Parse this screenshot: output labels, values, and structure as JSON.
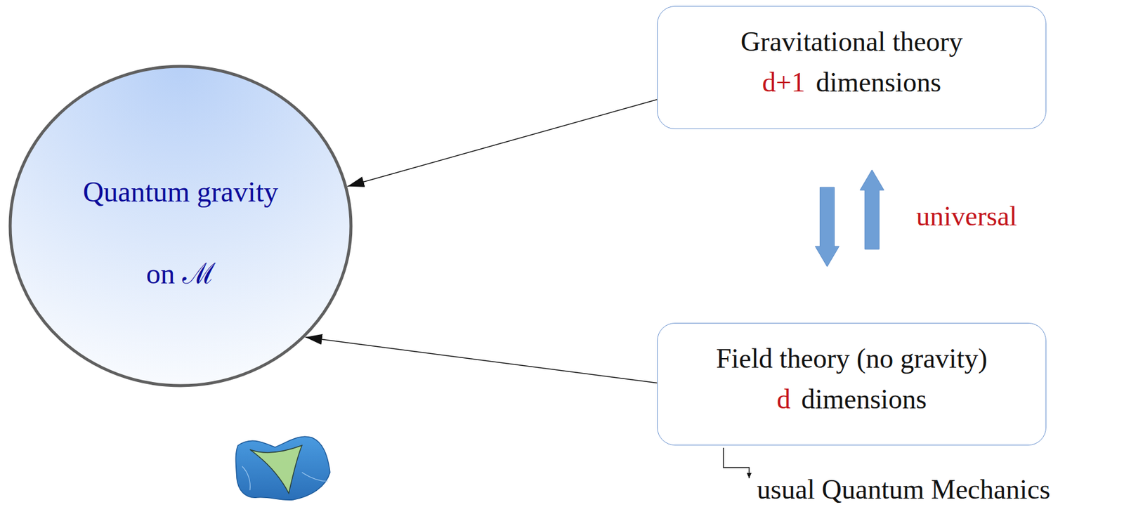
{
  "diagram": {
    "nodes": [
      {
        "text": [
          "Quantum gravity",
          "on ℳ"
        ]
      },
      {
        "text": [
          "Gravitational theory",
          "d+1",
          "dimensions"
        ]
      },
      {
        "text": [
          "Field theory (no gravity)",
          "d",
          "dimensions"
        ]
      }
    ],
    "edges": [
      {
        "from": 1,
        "to": 0,
        "arrow": "to"
      },
      {
        "from": 2,
        "to": 0,
        "arrow": "to"
      },
      {
        "from": 1,
        "to": 2,
        "label": "universal",
        "arrow": "both"
      }
    ],
    "labels": [
      "usual Quantum Mechanics"
    ]
  }
}
